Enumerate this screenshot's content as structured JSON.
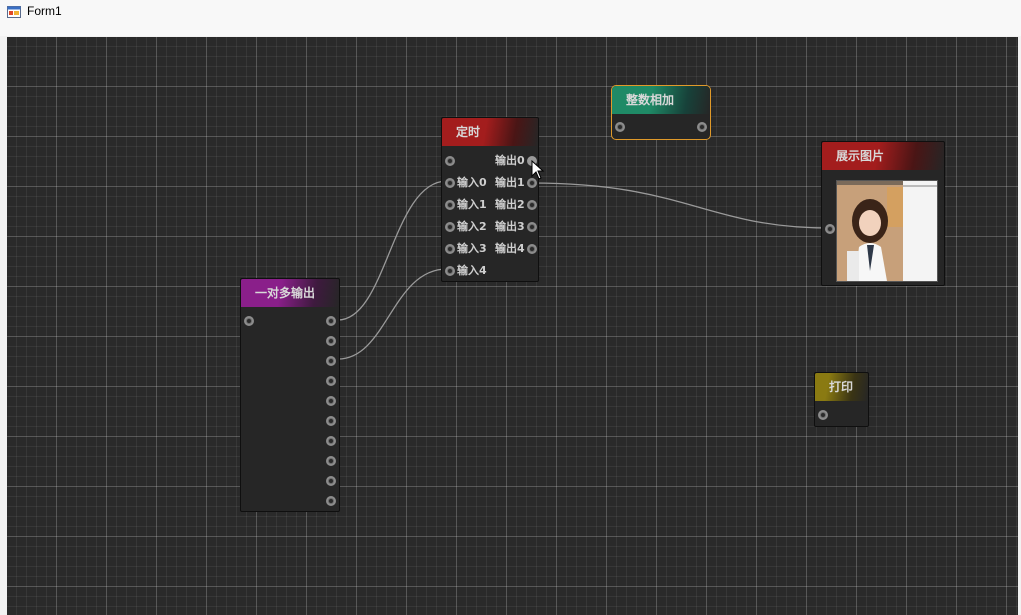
{
  "window": {
    "title": "Form1"
  },
  "nodes": {
    "timer": {
      "title": "定时",
      "inputs": [
        "输入0",
        "输入1",
        "输入2",
        "输入3",
        "输入4"
      ],
      "outputs": [
        "输出0",
        "输出1",
        "输出2",
        "输出3",
        "输出4"
      ],
      "color": "#9b1b1b"
    },
    "add": {
      "title": "整数相加",
      "color": "#1f7a5c",
      "border": "#e09a2a"
    },
    "image": {
      "title": "展示图片",
      "color": "#9b1b1b"
    },
    "split": {
      "title": "一对多输出",
      "color": "#7a1a7a",
      "output_count": 10
    },
    "print": {
      "title": "打印",
      "color": "#8a7a12"
    }
  },
  "icons": {
    "app": "form-icon",
    "cursor": "arrow-cursor-icon",
    "image": "photo-thumbnail"
  }
}
